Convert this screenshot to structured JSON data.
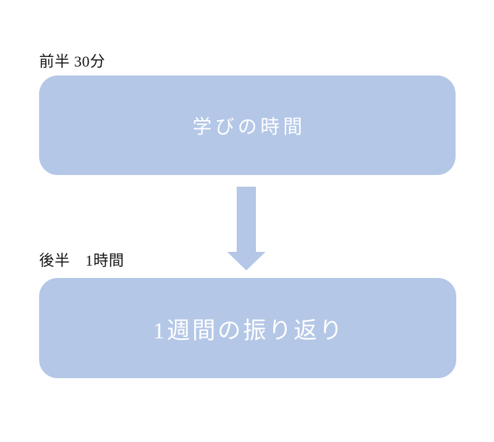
{
  "page": {
    "background": "#ffffff"
  },
  "diagram": {
    "box_fill": "#b4c7e7",
    "box_text_color": "#ffffff",
    "label_color": "#141414",
    "steps": [
      {
        "label": "前半 30分",
        "title": "学びの時間"
      },
      {
        "label": "後半　1時間",
        "title": "1週間の振り返り"
      }
    ],
    "connector": {
      "name": "down-arrow",
      "color": "#b4c7e7"
    }
  }
}
